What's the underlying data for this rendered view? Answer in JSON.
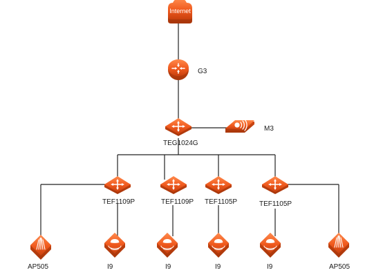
{
  "colors": {
    "accent": "#f05a1e",
    "accent_dark": "#c8400e",
    "accent_light": "#ff8a4c",
    "line": "#222222",
    "label": "#1a1a1a"
  },
  "nodes": {
    "internet": {
      "label": "Internet",
      "icon": "cloud-icon"
    },
    "g3": {
      "label": "G3",
      "icon": "router-icon"
    },
    "teg1024g": {
      "label": "TEG1024G",
      "icon": "switch-icon"
    },
    "m3": {
      "label": "M3",
      "icon": "wireless-controller-icon"
    },
    "tef1": {
      "label": "TEF1109P",
      "icon": "switch-icon"
    },
    "tef2": {
      "label": "TEF1109P",
      "icon": "switch-icon"
    },
    "tef3": {
      "label": "TEF1105P",
      "icon": "switch-icon"
    },
    "tef4": {
      "label": "TEF1105P",
      "icon": "switch-icon"
    },
    "ap1": {
      "label": "AP505",
      "icon": "access-point-icon"
    },
    "i9a": {
      "label": "I9",
      "icon": "ceiling-ap-icon"
    },
    "i9b": {
      "label": "I9",
      "icon": "ceiling-ap-icon"
    },
    "i9c": {
      "label": "I9",
      "icon": "ceiling-ap-icon"
    },
    "i9d": {
      "label": "I9",
      "icon": "ceiling-ap-icon"
    },
    "ap2": {
      "label": "AP505",
      "icon": "access-point-icon"
    }
  }
}
